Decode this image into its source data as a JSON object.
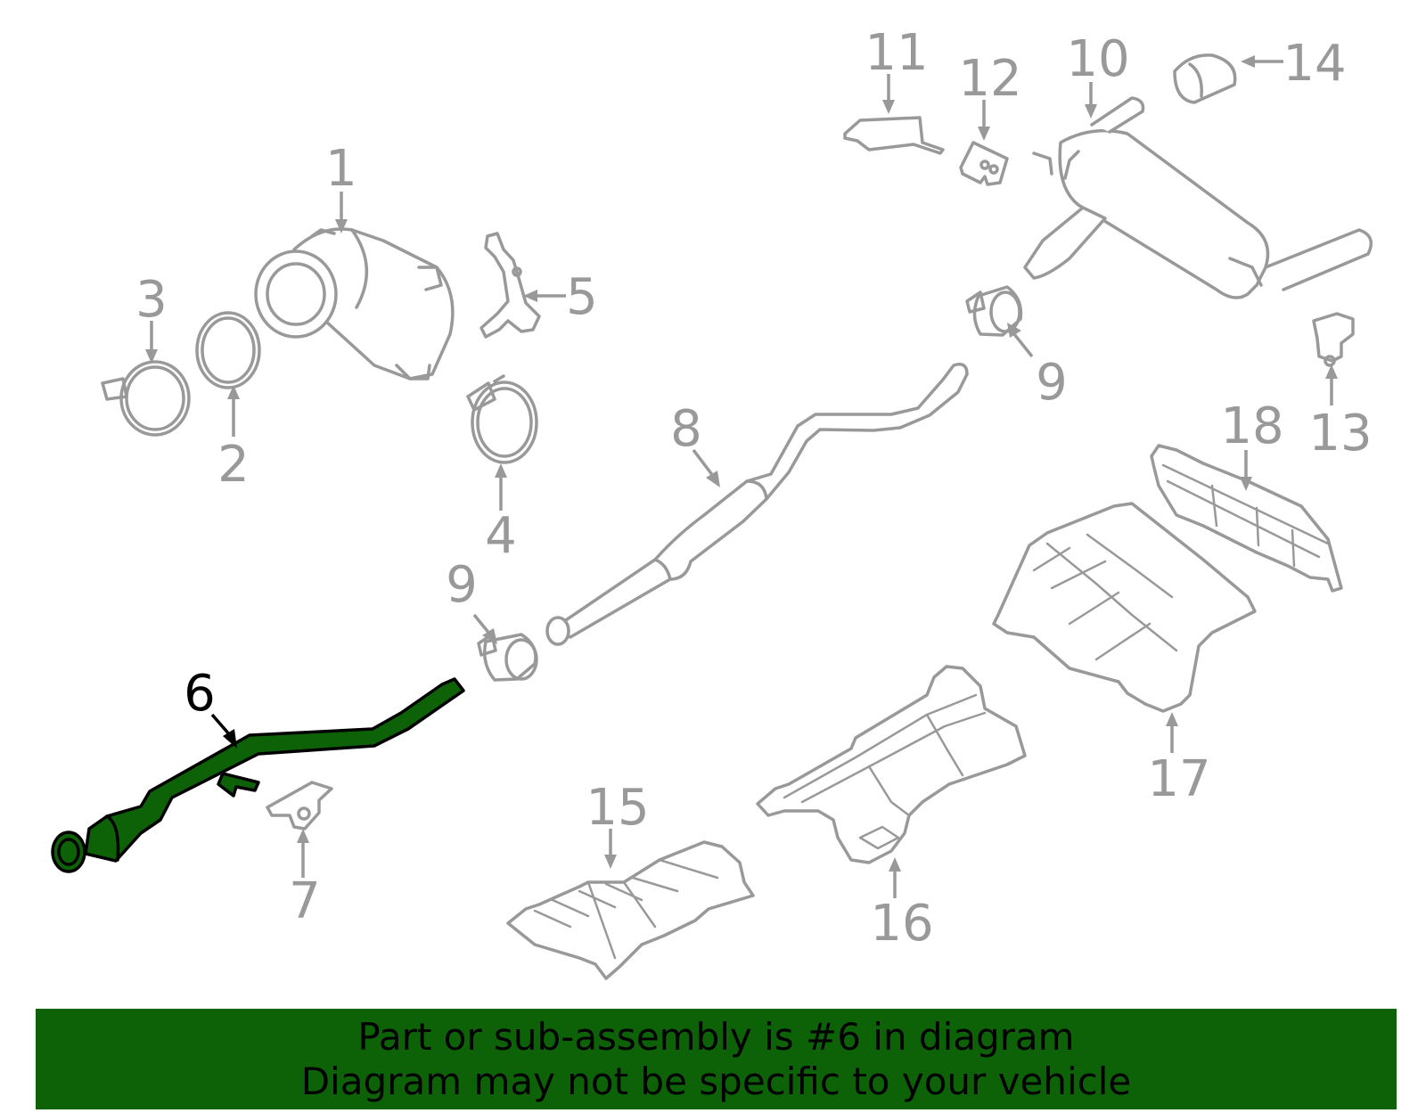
{
  "callouts": {
    "c1": "1",
    "c2": "2",
    "c3": "3",
    "c4": "4",
    "c5": "5",
    "c6": "6",
    "c7": "7",
    "c8": "8",
    "c9a": "9",
    "c9b": "9",
    "c10": "10",
    "c11": "11",
    "c12": "12",
    "c13": "13",
    "c14": "14",
    "c15": "15",
    "c16": "16",
    "c17": "17",
    "c18": "18"
  },
  "highlighted_part": "6",
  "colors": {
    "highlight": "#0d6208",
    "part_line": "#999999",
    "banner": "#0d6208",
    "text": "#000000"
  },
  "banner": {
    "line1": "Part or sub-assembly is #6 in diagram",
    "line2": "Diagram may not be specific to your vehicle"
  }
}
